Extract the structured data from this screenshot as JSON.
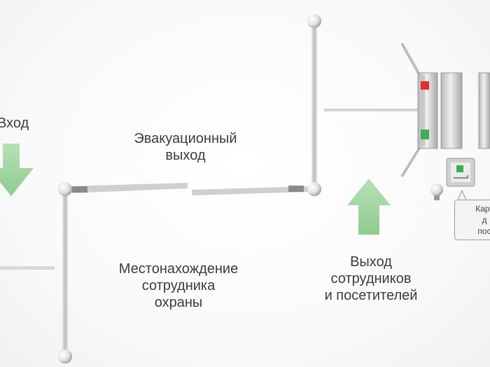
{
  "labels": {
    "entrance": "Вход",
    "evacuation_exit": "Эвакуационный\nвыход",
    "guard_location": "Местонахождение\nсотрудника\nохраны",
    "staff_exit": "Выход\nсотрудников\nи посетителей",
    "card_note": "Карт\nд\nпос"
  },
  "colors": {
    "arrow": "#9ed49e",
    "wall": "#c9c9c9",
    "text": "#3c3c3c",
    "turnstile_red": "#e03030",
    "turnstile_green": "#3cae5a"
  },
  "icons": {
    "entrance_arrow": "arrow-down-icon",
    "exit_arrow": "arrow-up-icon",
    "card_reader": "card-reader-icon",
    "turnstile": "turnstile-icon"
  }
}
